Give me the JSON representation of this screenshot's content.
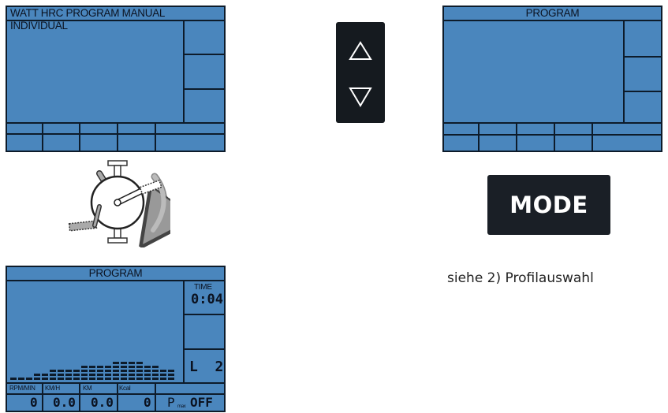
{
  "panel1": {
    "header": "WATT HRC PROGRAM MANUAL INDIVIDUAL"
  },
  "arrows": {
    "up_icon": "triangle-up-icon",
    "down_icon": "triangle-down-icon"
  },
  "panel2": {
    "header": "PROGRAM"
  },
  "pedal": {
    "icon": "pedal-crank-rotation-icon"
  },
  "mode": {
    "label": "MODE"
  },
  "panel3": {
    "header": "PROGRAM",
    "time_label": "TIME",
    "time_value": "0:04",
    "level_value": "L  2",
    "labels": [
      "RPM/MIN",
      "KM/H",
      "KM",
      "Kcal"
    ],
    "values": [
      "0",
      "0.0",
      "0.0",
      "0"
    ],
    "pmax_prefix": "P",
    "pmax_sub": "max",
    "pmax_value": "OFF",
    "profile_bars": [
      1,
      1,
      1,
      2,
      2,
      3,
      3,
      3,
      3,
      4,
      4,
      4,
      4,
      5,
      5,
      5,
      5,
      4,
      4,
      3,
      3
    ]
  },
  "note": "siehe 2) Profilauswahl"
}
